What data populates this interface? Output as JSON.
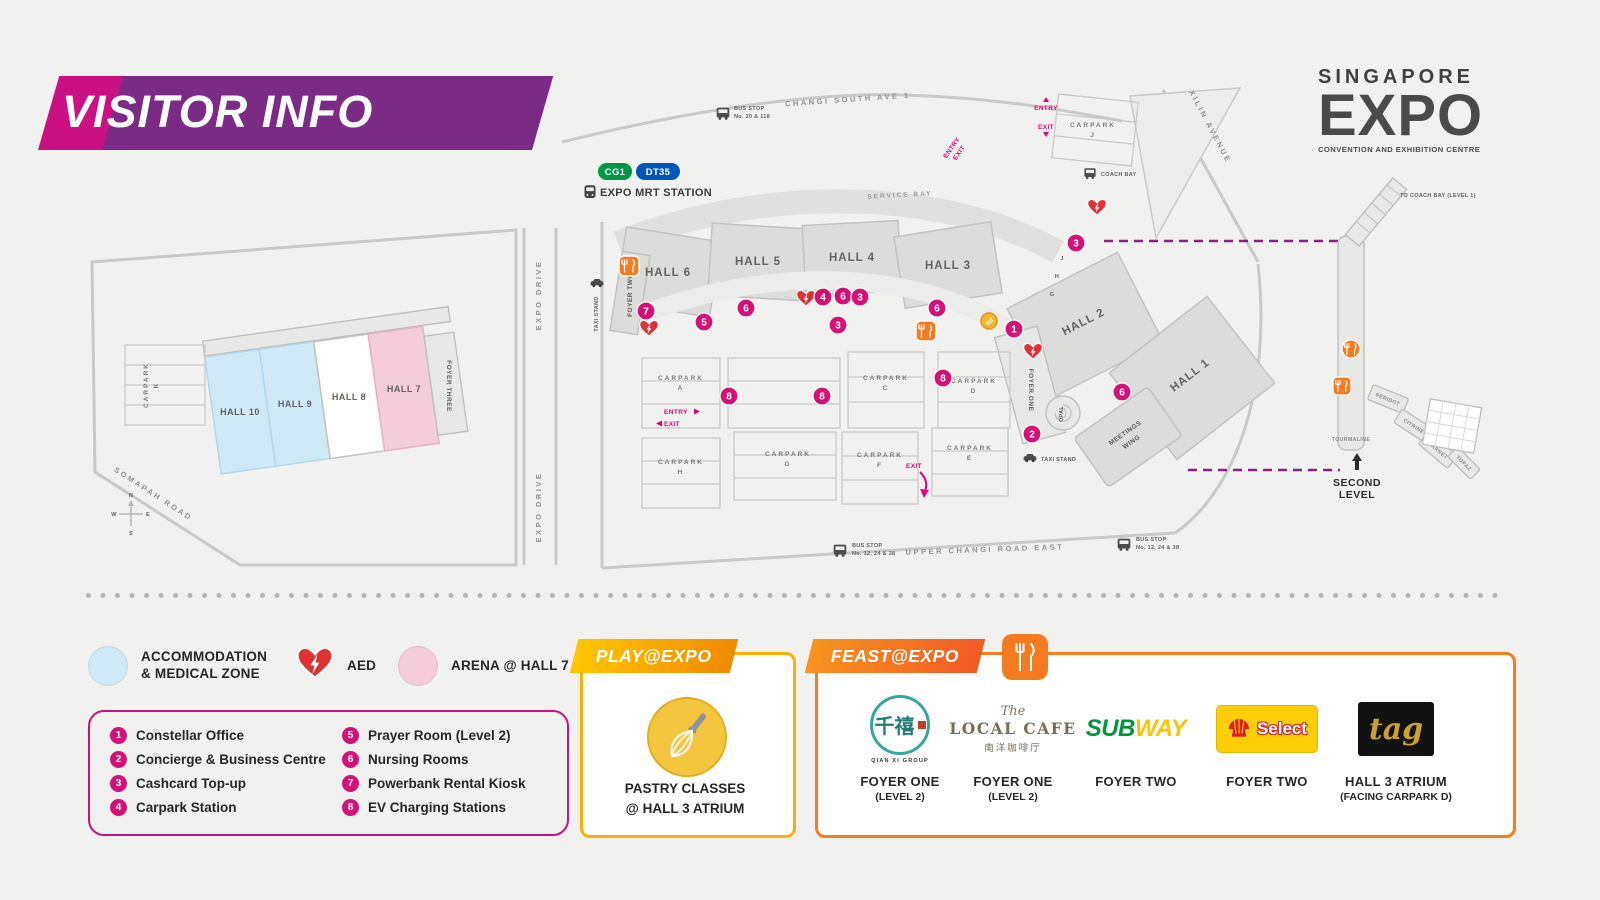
{
  "colors": {
    "magenta": "#cb1084",
    "purple": "#7b2a86",
    "orange": "#f47b20",
    "yellow": "#f9b000",
    "marker_magenta": "#d31278",
    "zone_blue": "#cfe9f7",
    "zone_pink": "#f5cdd9",
    "aed_red": "#e03235",
    "mrt_green": "#009645",
    "mrt_blue": "#0057b8"
  },
  "header": {
    "title": "VISITOR INFO",
    "logo_top": "SINGAPORE",
    "logo_main": "EXPO",
    "logo_sub": "CONVENTION AND EXHIBITION CENTRE"
  },
  "map": {
    "halls": [
      "HALL 1",
      "HALL 2",
      "HALL 3",
      "HALL 4",
      "HALL 5",
      "HALL 6",
      "HALL 7",
      "HALL 8",
      "HALL 9",
      "HALL 10"
    ],
    "foyer_one": "FOYER ONE",
    "foyer_two": "FOYER TWO",
    "foyer_three": "FOYER THREE",
    "carpark_word": "CARPARK",
    "carpark_letters": [
      "A",
      "C",
      "D",
      "E",
      "F",
      "G",
      "H",
      "J",
      "K"
    ],
    "roads": {
      "changi_south": "CHANGI SOUTH AVE 1",
      "service_bay": "SERVICE BAY",
      "xilin": "XILIN AVENUE",
      "upper_changi": "UPPER CHANGI ROAD EAST",
      "expo_drive": "EXPO DRIVE",
      "somapah": "SOMAPAH ROAD"
    },
    "mrt": {
      "cg1": "CG1",
      "dt35": "DT35",
      "label": "EXPO MRT STATION"
    },
    "bus_top": {
      "l1": "BUS STOP",
      "l2": "No. 20 & 118"
    },
    "bus_bottom": {
      "l1": "BUS STOP",
      "l2": "No. 12, 24 & 38"
    },
    "coach_bay": "COACH BAY",
    "taxi_stand": "TAXI STAND",
    "entry": "ENTRY",
    "exit": "EXIT",
    "meetings_wing": {
      "l1": "MEETINGS",
      "l2": "WING"
    },
    "opal": "OPAL",
    "tourmaline": "TOURMALINE",
    "peridot": "PERIDOT",
    "citrine": "CITRINE",
    "garnet": "GARNET",
    "topaz": "TOPAZ",
    "second_level": {
      "l1": "SECOND",
      "l2": "LEVEL"
    },
    "to_coach_bay": "TO COACH BAY (LEVEL 1)",
    "docks": [
      "J",
      "H",
      "G"
    ],
    "compass": [
      "N",
      "E",
      "S",
      "W"
    ],
    "markers": [
      "7",
      "5",
      "6",
      "4",
      "6",
      "3",
      "3",
      "6",
      "1",
      "3",
      "6",
      "2",
      "8",
      "8",
      "8"
    ]
  },
  "legend": {
    "zone_accommodation": {
      "l1": "ACCOMMODATION",
      "l2": "& MEDICAL ZONE"
    },
    "aed_label": "AED",
    "arena_label": "ARENA @ HALL 7",
    "items": [
      {
        "num": "1",
        "label": "Constellar Office"
      },
      {
        "num": "2",
        "label": "Concierge & Business Centre"
      },
      {
        "num": "3",
        "label": "Cashcard Top-up"
      },
      {
        "num": "4",
        "label": "Carpark Station"
      },
      {
        "num": "5",
        "label": "Prayer Room (Level 2)"
      },
      {
        "num": "6",
        "label": "Nursing Rooms"
      },
      {
        "num": "7",
        "label": "Powerbank Rental Kiosk"
      },
      {
        "num": "8",
        "label": "EV Charging Stations"
      }
    ]
  },
  "play": {
    "title": "PLAY@EXPO",
    "caption_1": "PASTRY CLASSES",
    "caption_2": "@ HALL 3 ATRIUM"
  },
  "feast": {
    "title": "FEAST@EXPO",
    "tenants": [
      {
        "logo_cn": "千禧",
        "logo_sub": "QIAN XI GROUP",
        "loc": "FOYER ONE",
        "loc_sub": "(LEVEL 2)"
      },
      {
        "logo_the": "The",
        "logo_main": "LOCAL CAFE",
        "logo_cn": "南洋咖啡厅",
        "loc": "FOYER ONE",
        "loc_sub": "(LEVEL 2)"
      },
      {
        "logo_a": "SUB",
        "logo_b": "WAY",
        "loc": "FOYER TWO"
      },
      {
        "logo_main": "Select",
        "loc": "FOYER TWO"
      },
      {
        "logo_main": "tag",
        "loc": "HALL 3 ATRIUM",
        "loc_sub": "(FACING CARPARK D)"
      }
    ]
  }
}
